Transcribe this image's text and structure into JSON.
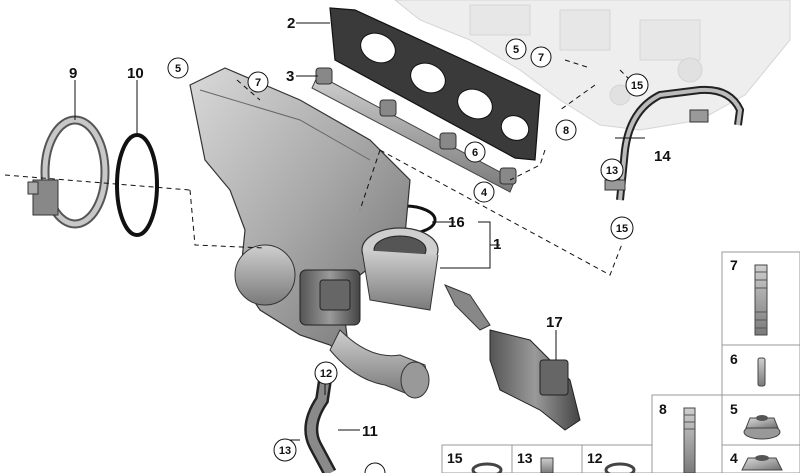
{
  "diagram": {
    "labels": {
      "l1": "1",
      "l2": "2",
      "l3": "3",
      "l9": "9",
      "l10": "10",
      "l11": "11",
      "l14": "14",
      "l16": "16",
      "l17": "17"
    },
    "callouts": {
      "c5a": "5",
      "c7a": "7",
      "c5b": "5",
      "c7b": "7",
      "c15a": "15",
      "c8": "8",
      "c6": "6",
      "c4": "4",
      "c13a": "13",
      "c15b": "15",
      "c12": "12",
      "c13b": "13"
    },
    "grid": {
      "g7": "7",
      "g6": "6",
      "g5": "5",
      "g4": "4",
      "g8": "8",
      "g15": "15",
      "g13": "13",
      "g12": "12"
    }
  }
}
